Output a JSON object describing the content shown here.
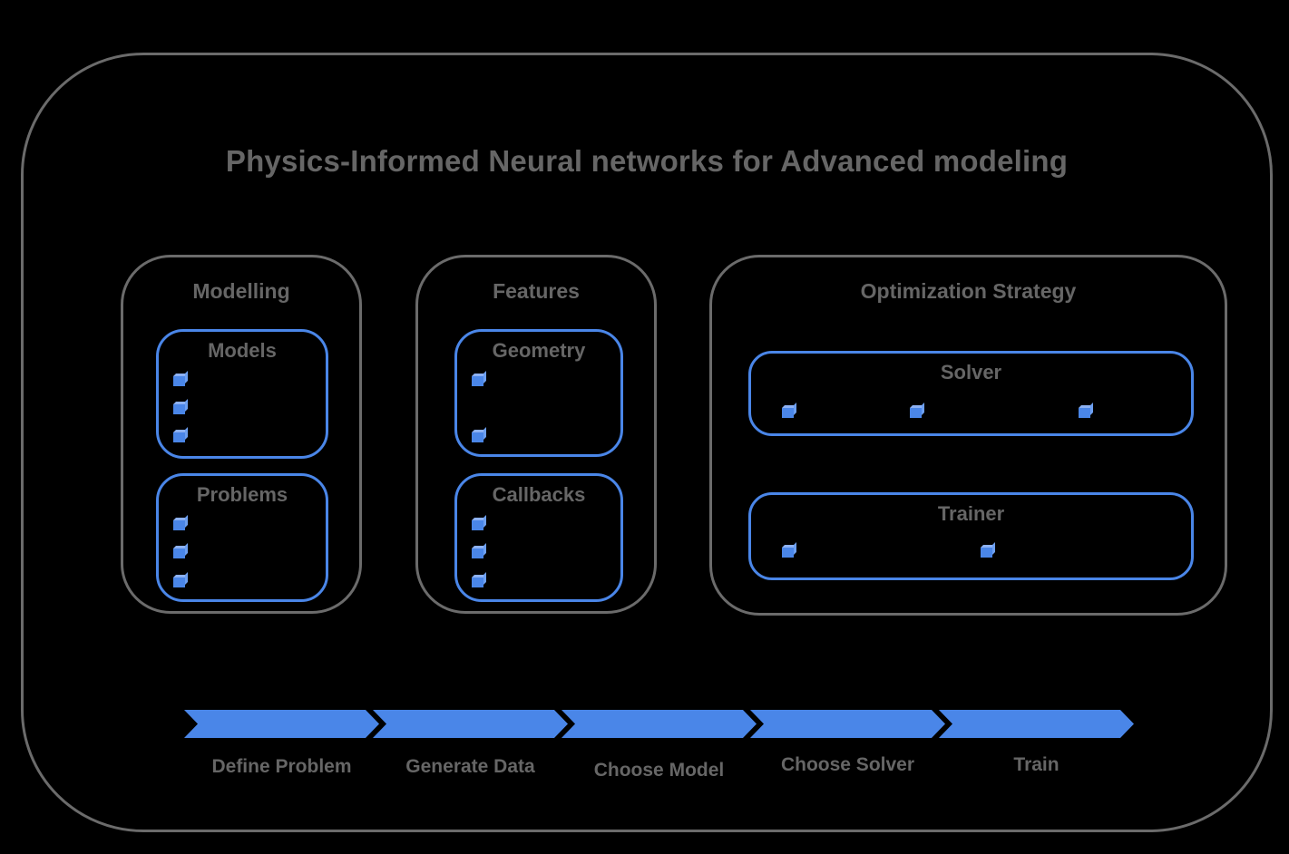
{
  "title": "Physics-Informed Neural networks for Advanced modeling",
  "sections": [
    {
      "label": "Modelling",
      "cards": [
        {
          "label": "Models",
          "bullets": 3
        },
        {
          "label": "Problems",
          "bullets": 3
        }
      ]
    },
    {
      "label": "Features",
      "cards": [
        {
          "label": "Geometry",
          "bullets": 2
        },
        {
          "label": "Callbacks",
          "bullets": 3
        }
      ]
    },
    {
      "label": "Optimization Strategy",
      "cards": [
        {
          "label": "Solver",
          "bullets": 3
        },
        {
          "label": "Trainer",
          "bullets": 2
        }
      ]
    }
  ],
  "flow": {
    "steps": [
      "Define Problem",
      "Generate Data",
      "Choose Model",
      "Choose Solver",
      "Train"
    ]
  },
  "colors": {
    "background": "#000000",
    "outline_gray": "#6b6b6b",
    "text_gray": "#666666",
    "accent_blue": "#4a86e8",
    "cube_top_blue": "#8db1f3",
    "cube_side_blue": "#6d9ff0"
  }
}
